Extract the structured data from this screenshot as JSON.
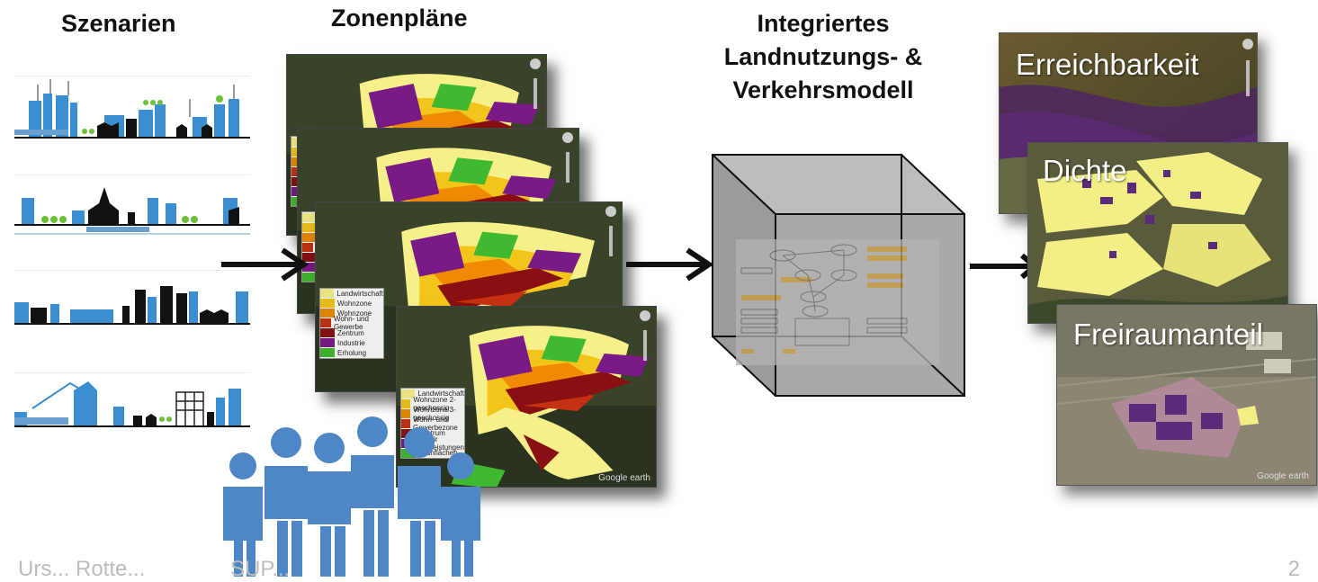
{
  "titles": {
    "scenarios": "Szenarien",
    "zoning": "Zonenpläne",
    "model_line1": "Integriertes",
    "model_line2": "Landnutzungs- &",
    "model_line3": "Verkehrsmodell"
  },
  "outputs": [
    {
      "label": "Erreichbarkeit"
    },
    {
      "label": "Dichte"
    },
    {
      "label": "Freiraumanteil"
    }
  ],
  "map_legend": [
    "Landwirtschaft",
    "Wohnzone",
    "Wohnzone",
    "Wohn- und Gewerbe",
    "Zentrum",
    "Industrie",
    "Erholung"
  ],
  "map_legend_colors": [
    "#f7f08a",
    "#f3c51b",
    "#f08a00",
    "#c43212",
    "#8a0f12",
    "#7a1a86",
    "#3fb92f"
  ],
  "front_legend_text": [
    "Landwirtschaft",
    "Wohnzone 2-geschossig",
    "Wohnzone 3-geschossig",
    "Wohn- und Gewerbezone",
    "Zentrum",
    "Zone für Dienstleistungen",
    "Grünflächen"
  ],
  "watermark": "Google earth",
  "footer": {
    "left": "Urs... Rotte...",
    "middle": "SUP...",
    "page": "2"
  }
}
